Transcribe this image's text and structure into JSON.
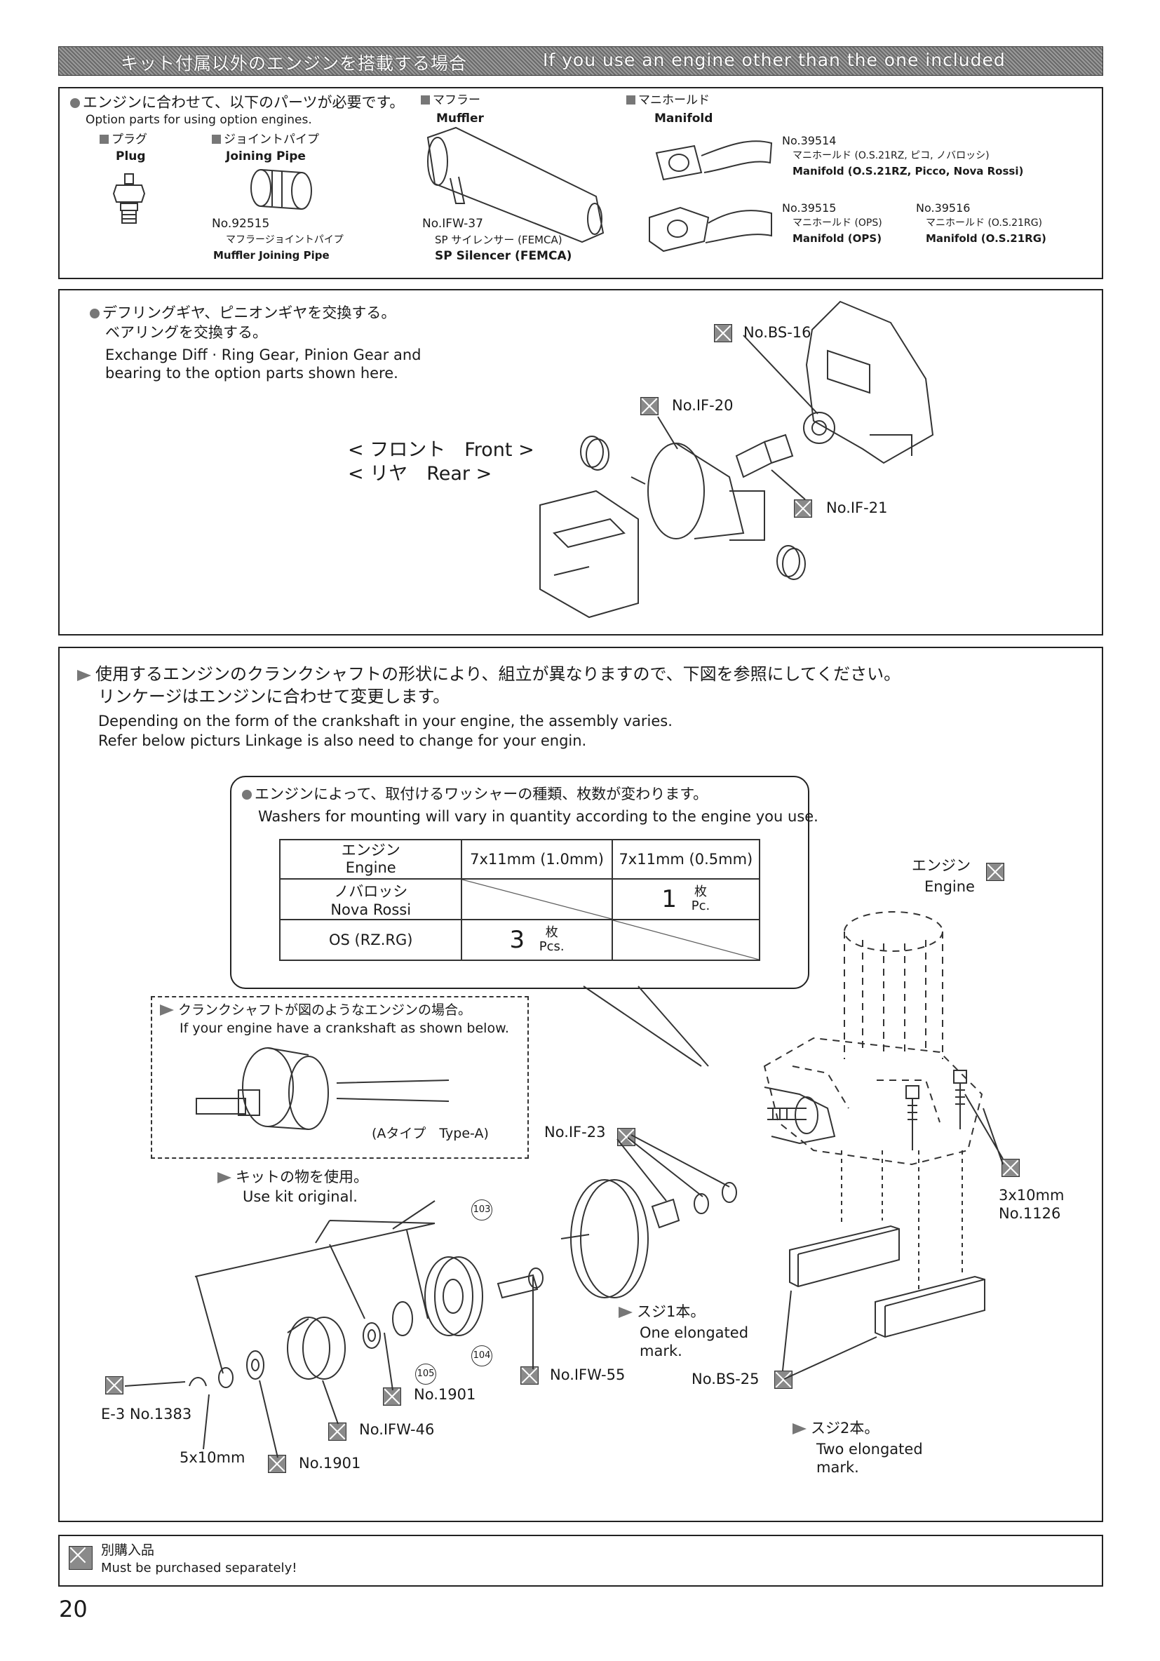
{
  "banner": {
    "jp": "キット付属以外のエンジンを搭載する場合",
    "en": "If you use an engine other than the one included"
  },
  "section1": {
    "intro_jp": "エンジンに合わせて、以下のパーツが必要です。",
    "intro_en": "Option parts for using option engines.",
    "plug": {
      "jp": "プラグ",
      "en": "Plug"
    },
    "joining_pipe": {
      "jp": "ジョイントパイプ",
      "en": "Joining Pipe",
      "number": "No.92515",
      "name_jp": "マフラージョイントパイプ",
      "name_en": "Muffler Joining Pipe"
    },
    "muffler": {
      "jp": "マフラー",
      "en": "Muffler",
      "number": "No.IFW-37",
      "name_jp": "SP サイレンサー (FEMCA)",
      "name_en": "SP Silencer (FEMCA)"
    },
    "manifold": {
      "jp": "マニホールド",
      "en": "Manifold",
      "a": {
        "number": "No.39514",
        "name_jp": "マニホールド (O.S.21RZ, ピコ, ノバロッシ)",
        "name_en": "Manifold (O.S.21RZ, Picco, Nova Rossi)"
      },
      "b": {
        "number": "No.39515",
        "name_jp": "マニホールド (OPS)",
        "name_en": "Manifold (OPS)"
      },
      "c": {
        "number": "No.39516",
        "name_jp": "マニホールド (O.S.21RG)",
        "name_en": "Manifold (O.S.21RG)"
      }
    }
  },
  "section2": {
    "line1_jp": "デフリングギヤ、ピニオンギヤを交換する。",
    "line2_jp": "ベアリングを交換する。",
    "line1_en": "Exchange Diff · Ring Gear, Pinion Gear and",
    "line2_en": "bearing to the option parts shown here.",
    "front": "< フロント　Front >",
    "rear": "< リヤ　Rear >",
    "parts": {
      "bs16": "No.BS-16",
      "if20": "No.IF-20",
      "if21": "No.IF-21"
    }
  },
  "section3": {
    "line1_jp": "使用するエンジンのクランクシャフトの形状により、組立が異なりますので、下図を参照にしてください。",
    "line2_jp": "リンケージはエンジンに合わせて変更します。",
    "line1_en": "Depending on the form of the crankshaft in your engine, the assembly varies.",
    "line2_en": "Refer below picturs Linkage is also need to change for your engin.",
    "callout_jp": "エンジンによって、取付けるワッシャーの種類、枚数が変わります。",
    "callout_en": "Washers for mounting will vary in quantity according to the engine you use.",
    "table": {
      "head": [
        "エンジン\nEngine",
        "7x11mm (1.0mm)",
        "7x11mm (0.5mm)"
      ],
      "row1": {
        "name_jp": "ノバロッシ",
        "name_en": "Nova Rossi",
        "qty": "1",
        "unit_jp": "枚",
        "unit_en": "Pc."
      },
      "row2": {
        "name": "OS (RZ.RG)",
        "qty": "3",
        "unit_jp": "枚",
        "unit_en": "Pcs."
      }
    },
    "typeA_jp": "クランクシャフトが図のようなエンジンの場合。",
    "typeA_en": "If your engine have a crankshaft as shown below.",
    "typeA_label": "(Aタイプ　Type-A)",
    "kit_jp": "キットの物を使用。",
    "kit_en": "Use kit original.",
    "engine_jp": "エンジン",
    "engine_en": "Engine",
    "if23": "No.IF-23",
    "screw": "3x10mm",
    "screw_no": "No.1126",
    "mark1_jp": "スジ1本。",
    "mark1_en1": "One elongated",
    "mark1_en2": "mark.",
    "bs25": "No.BS-25",
    "ifw55": "No.IFW-55",
    "n1901a": "No.1901",
    "ifw46": "No.IFW-46",
    "n1901b": "No.1901",
    "e3": "E-3 No.1383",
    "washer": "5x10mm",
    "mark2_jp": "スジ2本。",
    "mark2_en1": "Two elongated",
    "mark2_en2": "mark.",
    "circle_103": "103",
    "circle_104": "104",
    "circle_105": "105"
  },
  "footer": {
    "jp": "別購入品",
    "en": "Must be purchased separately!",
    "page": "20"
  }
}
